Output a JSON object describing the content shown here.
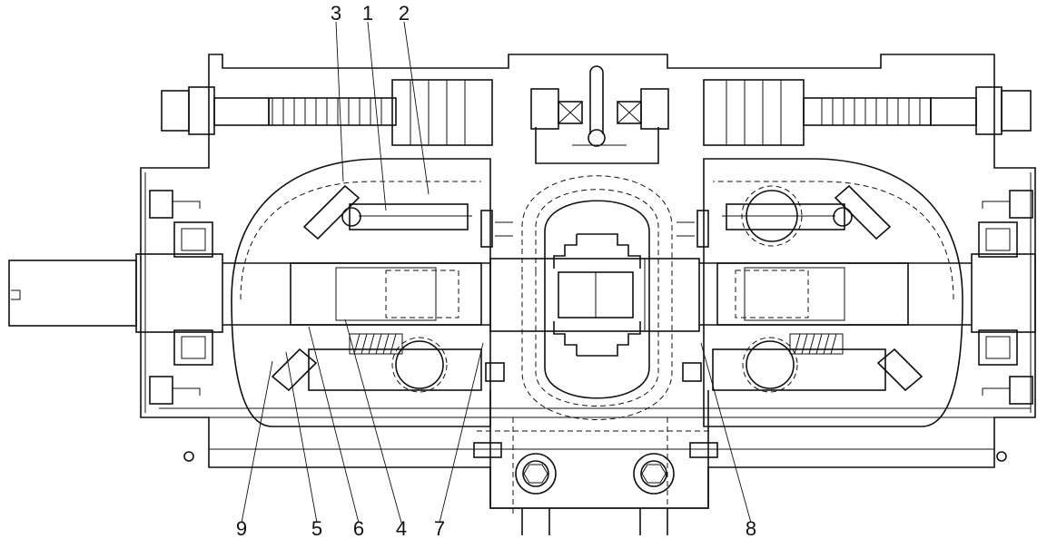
{
  "drawing": {
    "callouts": [
      {
        "label": "1"
      },
      {
        "label": "2"
      },
      {
        "label": "3"
      },
      {
        "label": "4"
      },
      {
        "label": "5"
      },
      {
        "label": "6"
      },
      {
        "label": "7"
      },
      {
        "label": "8"
      },
      {
        "label": "9"
      }
    ]
  }
}
